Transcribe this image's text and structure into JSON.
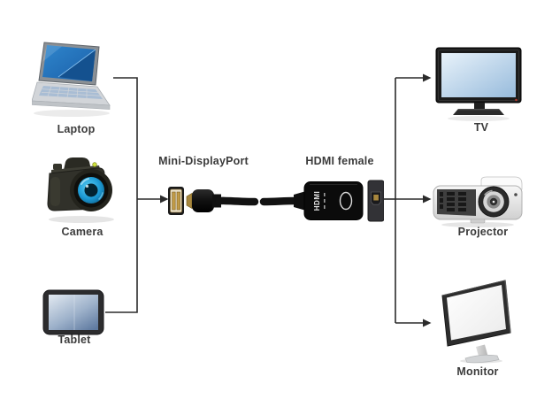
{
  "diagram": {
    "left_devices": [
      {
        "id": "laptop",
        "label": "Laptop"
      },
      {
        "id": "camera",
        "label": "Camera"
      },
      {
        "id": "tablet",
        "label": "Tablet"
      }
    ],
    "adapter": {
      "input_label": "Mini-DisplayPort",
      "output_label": "HDMI female",
      "body_text": "HDMI"
    },
    "right_devices": [
      {
        "id": "tv",
        "label": "TV"
      },
      {
        "id": "projector",
        "label": "Projector"
      },
      {
        "id": "monitor",
        "label": "Monitor"
      }
    ],
    "flow": {
      "sources_to_adapter": [
        "Laptop",
        "Camera",
        "Tablet"
      ],
      "adapter_to_outputs": [
        "TV",
        "Projector",
        "Monitor"
      ]
    },
    "colors": {
      "background": "#ffffff",
      "line": "#2b2b2b",
      "label_text": "#3b3b3b",
      "laptop_screen_blue": "#2779c2",
      "tv_screen_blue": "#bcd6ec",
      "camera_lens_blue": "#29abe2",
      "adapter_body_black": "#0b0b0b",
      "connector_gold": "#c09a45"
    }
  }
}
